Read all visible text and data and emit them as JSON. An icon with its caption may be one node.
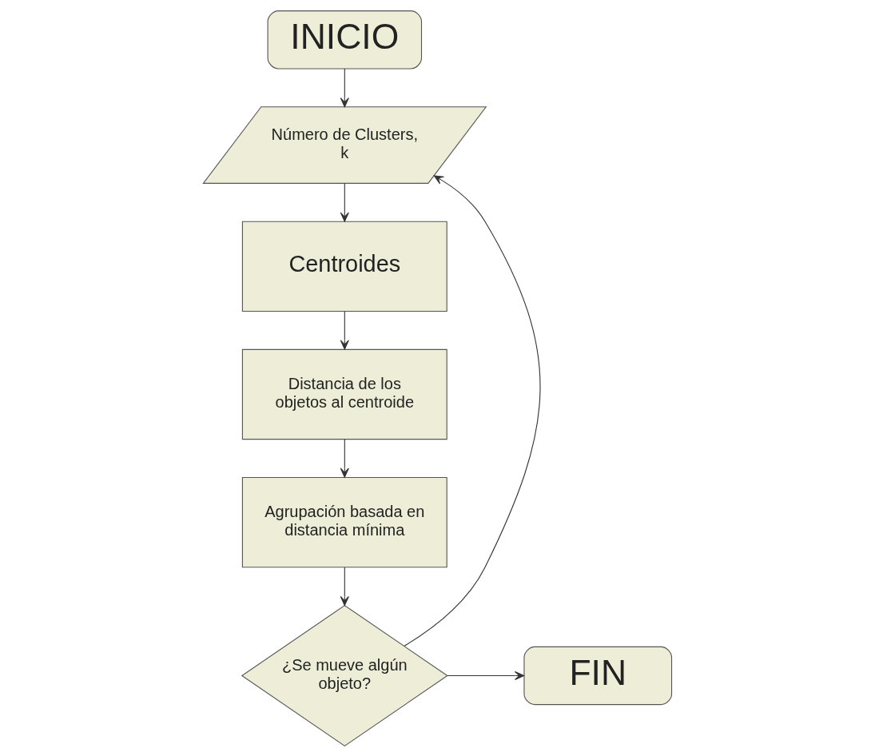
{
  "diagram": {
    "nodes": [
      {
        "text": [
          "INICIO"
        ]
      },
      {
        "text": [
          "Número de Clusters, k"
        ]
      },
      {
        "text": [
          "Centroides"
        ]
      },
      {
        "text": [
          "Distancia de los objetos al centroide"
        ]
      },
      {
        "text": [
          "Agrupación basada en distancia mínima"
        ]
      },
      {
        "text": [
          "¿Se mueve algún objeto?"
        ]
      },
      {
        "text": [
          "FIN"
        ]
      }
    ],
    "edges": [
      {
        "from": 0,
        "to": 1,
        "arrow": "to"
      },
      {
        "from": 1,
        "to": 2,
        "arrow": "to"
      },
      {
        "from": 2,
        "to": 3,
        "arrow": "to"
      },
      {
        "from": 3,
        "to": 4,
        "arrow": "to"
      },
      {
        "from": 4,
        "to": 5,
        "arrow": "to"
      },
      {
        "from": 5,
        "to": 1,
        "arrow": "to"
      },
      {
        "from": 5,
        "to": 6,
        "arrow": "to"
      }
    ]
  }
}
